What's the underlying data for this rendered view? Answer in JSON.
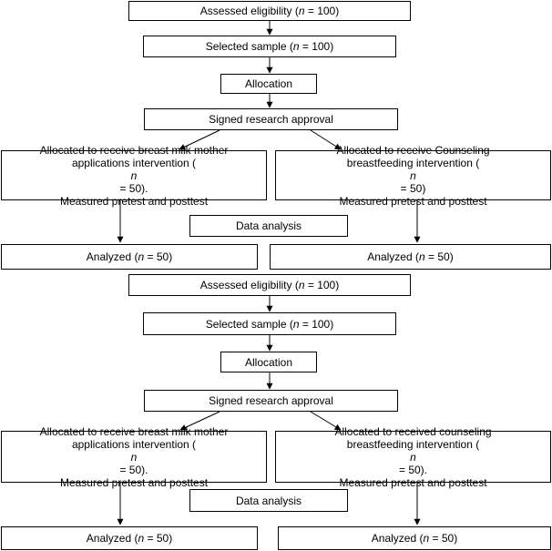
{
  "flowcharts": [
    {
      "assessed": {
        "pre": "Assessed eligibility (",
        "n": "n",
        "post": " = 100)"
      },
      "selected": {
        "pre": "Selected sample (",
        "n": "n",
        "post": " = 100)"
      },
      "allocation": "Allocation",
      "signed": "Signed research approval",
      "left_arm": {
        "line1": "Allocated to receive breast milk mother",
        "line2_pre": "applications intervention (",
        "line2_n": "n",
        "line2_post": " = 50).",
        "line3": "Measured pretest and posttest"
      },
      "right_arm": {
        "line1": "Allocated to receive Counseling",
        "line2_pre": "breastfeeding intervention (",
        "line2_n": "n",
        "line2_post": " = 50)",
        "line3": "Measured pretest and posttest"
      },
      "data_analysis": "Data analysis",
      "left_analyzed": {
        "pre": "Analyzed (",
        "n": "n",
        "post": " = 50)"
      },
      "right_analyzed": {
        "pre": "Analyzed (",
        "n": "n",
        "post": " = 50)"
      }
    },
    {
      "assessed": {
        "pre": "Assessed eligibility (",
        "n": "n",
        "post": " = 100)"
      },
      "selected": {
        "pre": "Selected sample (",
        "n": "n",
        "post": " = 100)"
      },
      "allocation": "Allocation",
      "signed": "Signed research approval",
      "left_arm": {
        "line1": "Allocated to receive breast milk mother",
        "line2_pre": "applications intervention (",
        "line2_n": "n",
        "line2_post": " = 50).",
        "line3": "Measured pretest and posttest"
      },
      "right_arm": {
        "line1": "Allocated to received counseling",
        "line2_pre": "breastfeeding intervention (",
        "line2_n": "n",
        "line2_post": " = 50).",
        "line3": "Measured pretest and posttest"
      },
      "data_analysis": "Data analysis",
      "left_analyzed": {
        "pre": "Analyzed (",
        "n": "n",
        "post": " = 50)"
      },
      "right_analyzed": {
        "pre": "Analyzed (",
        "n": "n",
        "post": " = 50)"
      }
    }
  ]
}
